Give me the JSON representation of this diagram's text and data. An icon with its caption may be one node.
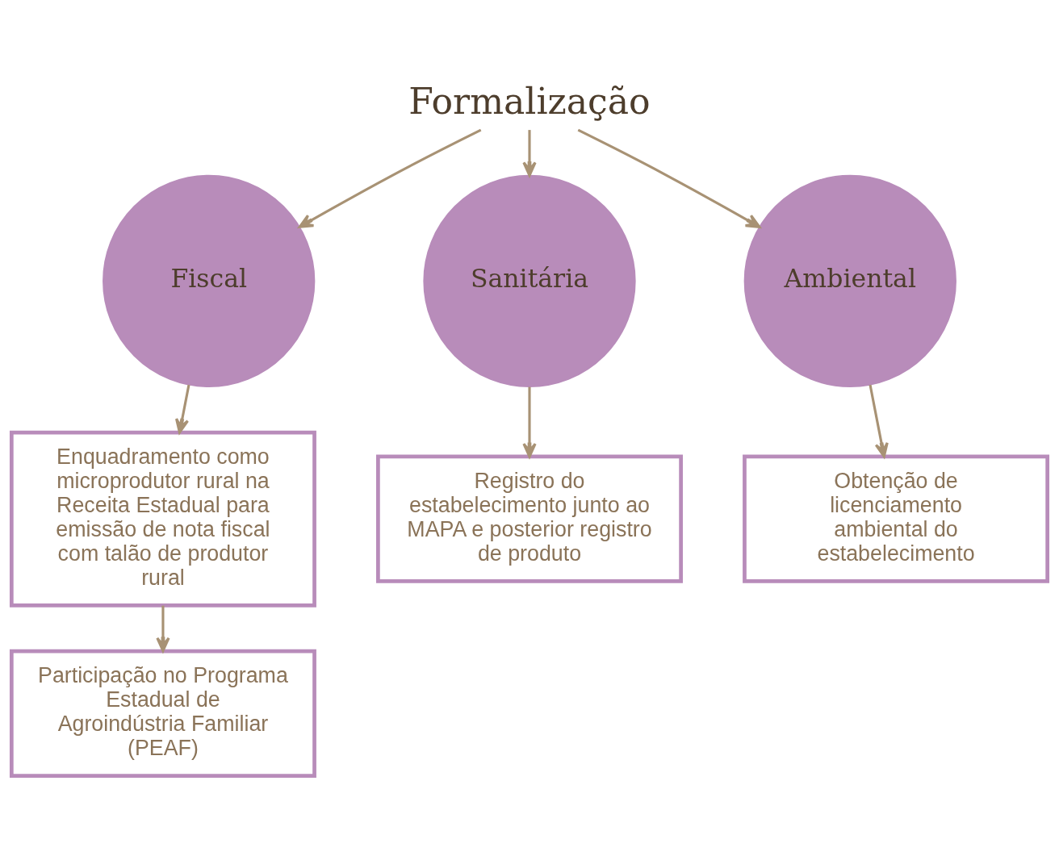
{
  "diagram": {
    "nodes": [
      {
        "text": [
          "Formalização"
        ]
      },
      {
        "text": [
          "Fiscal"
        ]
      },
      {
        "text": [
          "Sanitária"
        ]
      },
      {
        "text": [
          "Ambiental"
        ]
      },
      {
        "text": [
          "Enquadramento como microprodutor rural na Receita Estadual para emissão de nota fiscal com talão de produtor rural"
        ]
      },
      {
        "text": [
          "Registro do estabelecimento junto ao MAPA e posterior registro de produto"
        ]
      },
      {
        "text": [
          "Obtenção de licenciamento ambiental do estabelecimento"
        ]
      },
      {
        "text": [
          "Participação no Programa Estadual de Agroindústria Familiar (PEAF)"
        ]
      }
    ],
    "edges": [
      {
        "from": 0,
        "to": 1,
        "arrow": "to"
      },
      {
        "from": 0,
        "to": 2,
        "arrow": "to"
      },
      {
        "from": 0,
        "to": 3,
        "arrow": "to"
      },
      {
        "from": 1,
        "to": 4,
        "arrow": "to"
      },
      {
        "from": 2,
        "to": 5,
        "arrow": "to"
      },
      {
        "from": 3,
        "to": 6,
        "arrow": "to"
      },
      {
        "from": 4,
        "to": 7,
        "arrow": "to"
      }
    ]
  }
}
